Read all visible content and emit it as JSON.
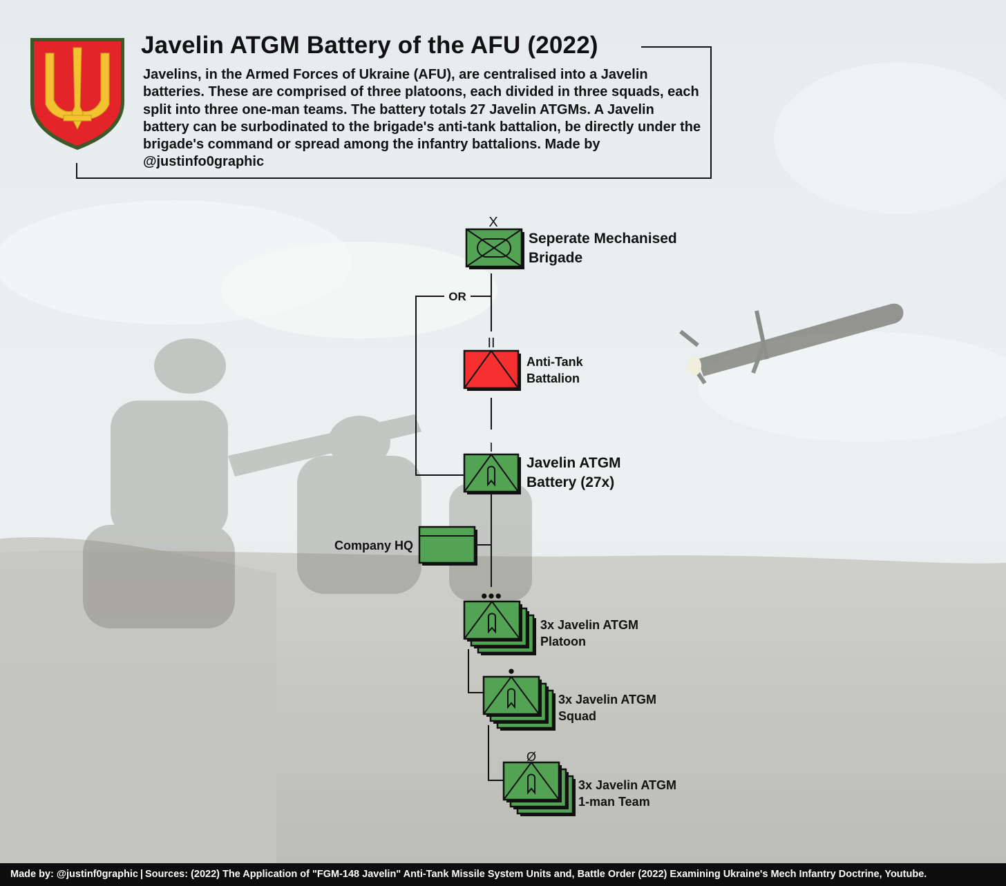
{
  "title": "Javelin ATGM Battery of the AFU (2022)",
  "description": "Javelins, in the Armed Forces of Ukraine (AFU), are centralised into a Javelin batteries. These are comprised of three platoons, each divided in three squads, each split into three one-man teams. The battery totals 27 Javelin ATGMs. A Javelin battery can be surbodinated to the brigade's anti-tank battalion, be directly under the brigade's command or spread among the infantry battalions. Made by @justinfo0graphic",
  "units": {
    "brigade": {
      "label": "Seperate Mechanised\nBrigade",
      "echelon": "X",
      "color": "#52a454"
    },
    "antitank": {
      "label": "Anti-Tank\nBattalion",
      "echelon": "II",
      "color": "#f5302f"
    },
    "battery": {
      "label": "Javelin ATGM\nBattery (27x)",
      "echelon": "I",
      "color": "#52a454"
    },
    "hq": {
      "label": "Company HQ",
      "color": "#52a454"
    },
    "platoon": {
      "label": "3x Javelin ATGM\nPlatoon",
      "echelon": "●●●",
      "color": "#52a454"
    },
    "squad": {
      "label": "3x Javelin ATGM\nSquad",
      "echelon": "●",
      "color": "#52a454"
    },
    "team": {
      "label": "3x Javelin ATGM\n1-man Team",
      "echelon": "Ø",
      "color": "#52a454"
    }
  },
  "or_label": "OR",
  "footer": {
    "credit": "Made by: @justinf0graphic",
    "sources": "Sources: (2022) The Application of \"FGM-148 Javelin\" Anti-Tank Missile System Units and, Battle Order (2022) Examining Ukraine's Mech Infantry Doctrine, Youtube."
  },
  "emblem": {
    "field_color": "#e3242b",
    "trident_color": "#f2c230",
    "border_color": "#3b5a2a",
    "icon": "ukraine-trident-icon"
  }
}
